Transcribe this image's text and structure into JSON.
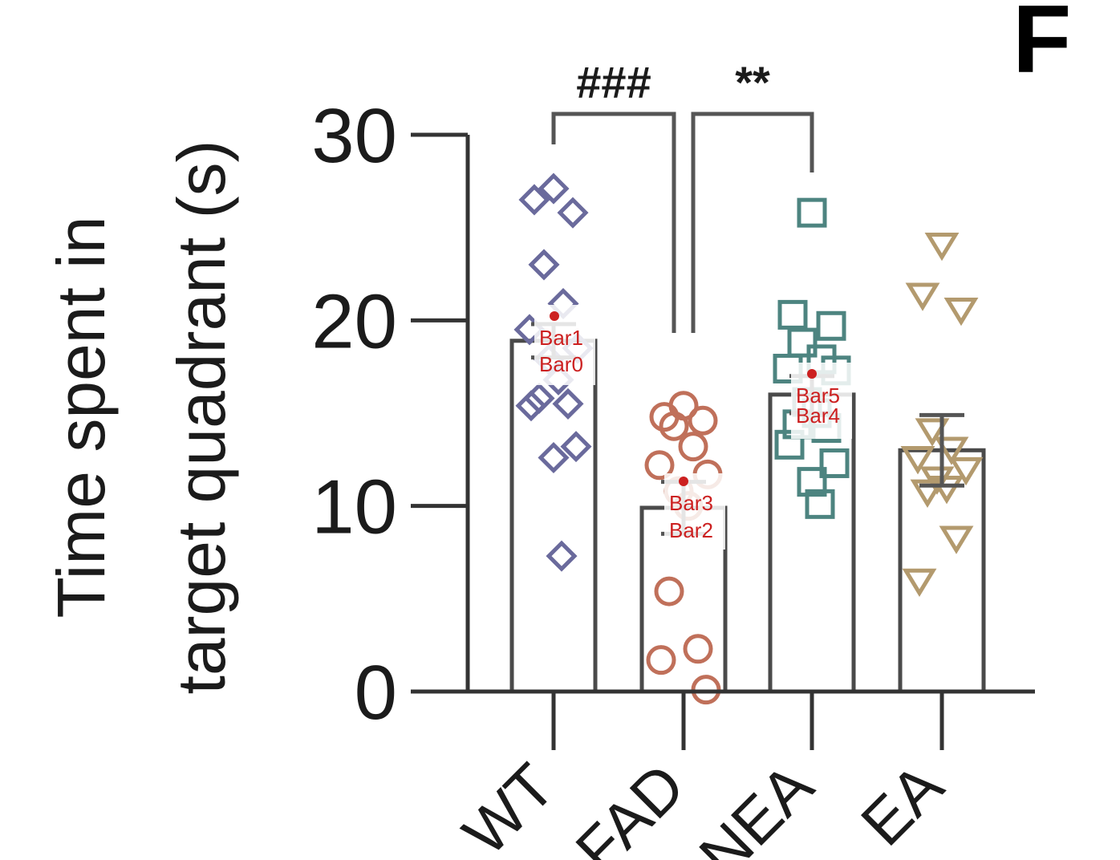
{
  "chart_data": {
    "type": "bar",
    "ylabel_line1": "Time spent in",
    "ylabel_line2": "target quadrant (s)",
    "xlabel": "",
    "ylim": [
      0,
      30
    ],
    "yticks": [
      0,
      10,
      20,
      30
    ],
    "ytick_labels": [
      "0",
      "10",
      "20",
      "30"
    ],
    "categories": [
      "WT",
      "FAD",
      "NEA",
      "EA"
    ],
    "values": [
      18.9,
      9.9,
      16.0,
      13.0
    ],
    "errors": [
      0.9,
      1.4,
      1.0,
      1.9
    ],
    "colors": [
      "#6a6a9c",
      "#c0705a",
      "#4d8480",
      "#b39a6e"
    ],
    "markers": [
      "diamond",
      "circle",
      "square",
      "triangle-down"
    ],
    "points": [
      [
        27.1,
        26.5,
        25.8,
        23.0,
        20.9,
        19.5,
        18.5,
        17.9,
        16.8,
        15.8,
        15.5,
        15.4,
        13.2,
        12.6,
        7.3
      ],
      [
        15.4,
        14.8,
        14.6,
        14.3,
        13.2,
        12.2,
        11.7,
        10.8,
        10.0,
        5.4,
        2.3,
        1.7,
        0.1
      ],
      [
        25.8,
        20.3,
        19.7,
        18.8,
        17.9,
        17.4,
        17.3,
        15.6,
        15.0,
        14.4,
        14.2,
        13.3,
        12.3,
        11.3,
        10.1
      ],
      [
        24.1,
        21.4,
        20.6,
        14.1,
        13.1,
        12.6,
        12.0,
        11.5,
        11.0,
        10.8,
        8.3,
        6.0
      ]
    ],
    "significance": [
      {
        "label": "###",
        "from": 0,
        "to": 1
      },
      {
        "label": "**",
        "from": 1,
        "to": 2
      }
    ],
    "panel_letter": "F",
    "annotations": [
      "Bar0",
      "Bar1",
      "Bar2",
      "Bar3",
      "Bar4",
      "Bar5"
    ]
  }
}
